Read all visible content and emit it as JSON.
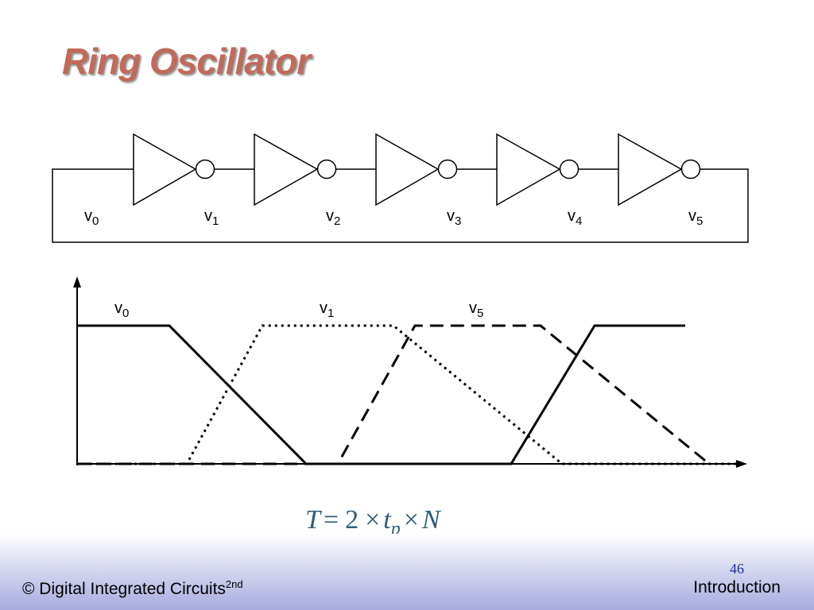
{
  "slide": {
    "title": "Ring Oscillator"
  },
  "circuit": {
    "labels": [
      {
        "base": "v",
        "sub": "0"
      },
      {
        "base": "v",
        "sub": "1"
      },
      {
        "base": "v",
        "sub": "2"
      },
      {
        "base": "v",
        "sub": "3"
      },
      {
        "base": "v",
        "sub": "4"
      },
      {
        "base": "v",
        "sub": "5"
      }
    ],
    "inverter_count": 5
  },
  "waveform": {
    "labels": [
      {
        "base": "v",
        "sub": "0"
      },
      {
        "base": "v",
        "sub": "1"
      },
      {
        "base": "v",
        "sub": "5"
      }
    ]
  },
  "formula": {
    "T": "T",
    "eq": "=",
    "two": "2",
    "times": "×",
    "tp": "t",
    "tp_sub": "p",
    "N": "N"
  },
  "footer": {
    "left": "© Digital Integrated Circuits",
    "left_sup": "2nd",
    "right": "Introduction",
    "page": "46"
  }
}
